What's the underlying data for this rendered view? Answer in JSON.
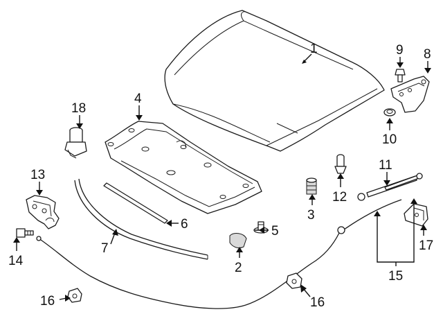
{
  "callouts": [
    {
      "id": "1",
      "text": "1"
    },
    {
      "id": "2",
      "text": "2"
    },
    {
      "id": "3",
      "text": "3"
    },
    {
      "id": "4",
      "text": "4"
    },
    {
      "id": "5",
      "text": "5"
    },
    {
      "id": "6",
      "text": "6"
    },
    {
      "id": "7",
      "text": "7"
    },
    {
      "id": "8",
      "text": "8"
    },
    {
      "id": "9",
      "text": "9"
    },
    {
      "id": "10",
      "text": "10"
    },
    {
      "id": "11",
      "text": "11"
    },
    {
      "id": "12",
      "text": "12"
    },
    {
      "id": "13",
      "text": "13"
    },
    {
      "id": "14",
      "text": "14"
    },
    {
      "id": "15",
      "text": "15"
    },
    {
      "id": "16a",
      "text": "16"
    },
    {
      "id": "16b",
      "text": "16"
    },
    {
      "id": "17",
      "text": "17"
    },
    {
      "id": "18",
      "text": "18"
    }
  ]
}
